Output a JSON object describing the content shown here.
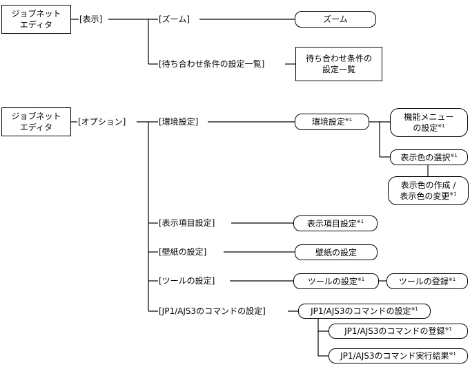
{
  "windows": {
    "jobnet_editor_1": [
      "ジョブネット",
      "エディタ"
    ],
    "jobnet_editor_2": [
      "ジョブネット",
      "エディタ"
    ]
  },
  "menus": {
    "view": "[表示]",
    "options": "[オプション]"
  },
  "menu_items": {
    "zoom": "[ズーム]",
    "wait_list": "[待ち合わせ条件の設定一覧]",
    "env_settings": "[環境設定]",
    "display_item_settings": "[表示項目設定]",
    "wallpaper": "[壁紙の設定]",
    "tool_settings": "[ツールの設定]",
    "jp1_command_settings": "[JP1/AJS3のコマンドの設定]"
  },
  "dialogs": {
    "zoom": "ズーム",
    "wait_list": [
      "待ち合わせ条件の",
      "設定一覧"
    ],
    "env": "環境設定",
    "func_menu": [
      "機能メニュー",
      "の設定"
    ],
    "display_color_select": "表示色の選択",
    "display_color_create": [
      "表示色の作成 /",
      "表示色の変更"
    ],
    "display_item": "表示項目設定",
    "wallpaper": "壁紙の設定",
    "tool": "ツールの設定",
    "tool_register": "ツールの登録",
    "jp1_command": "JP1/AJS3のコマンドの設定",
    "jp1_register": "JP1/AJS3のコマンドの登録",
    "jp1_result": "JP1/AJS3のコマンド実行結果"
  },
  "footnote_mark": "※1"
}
